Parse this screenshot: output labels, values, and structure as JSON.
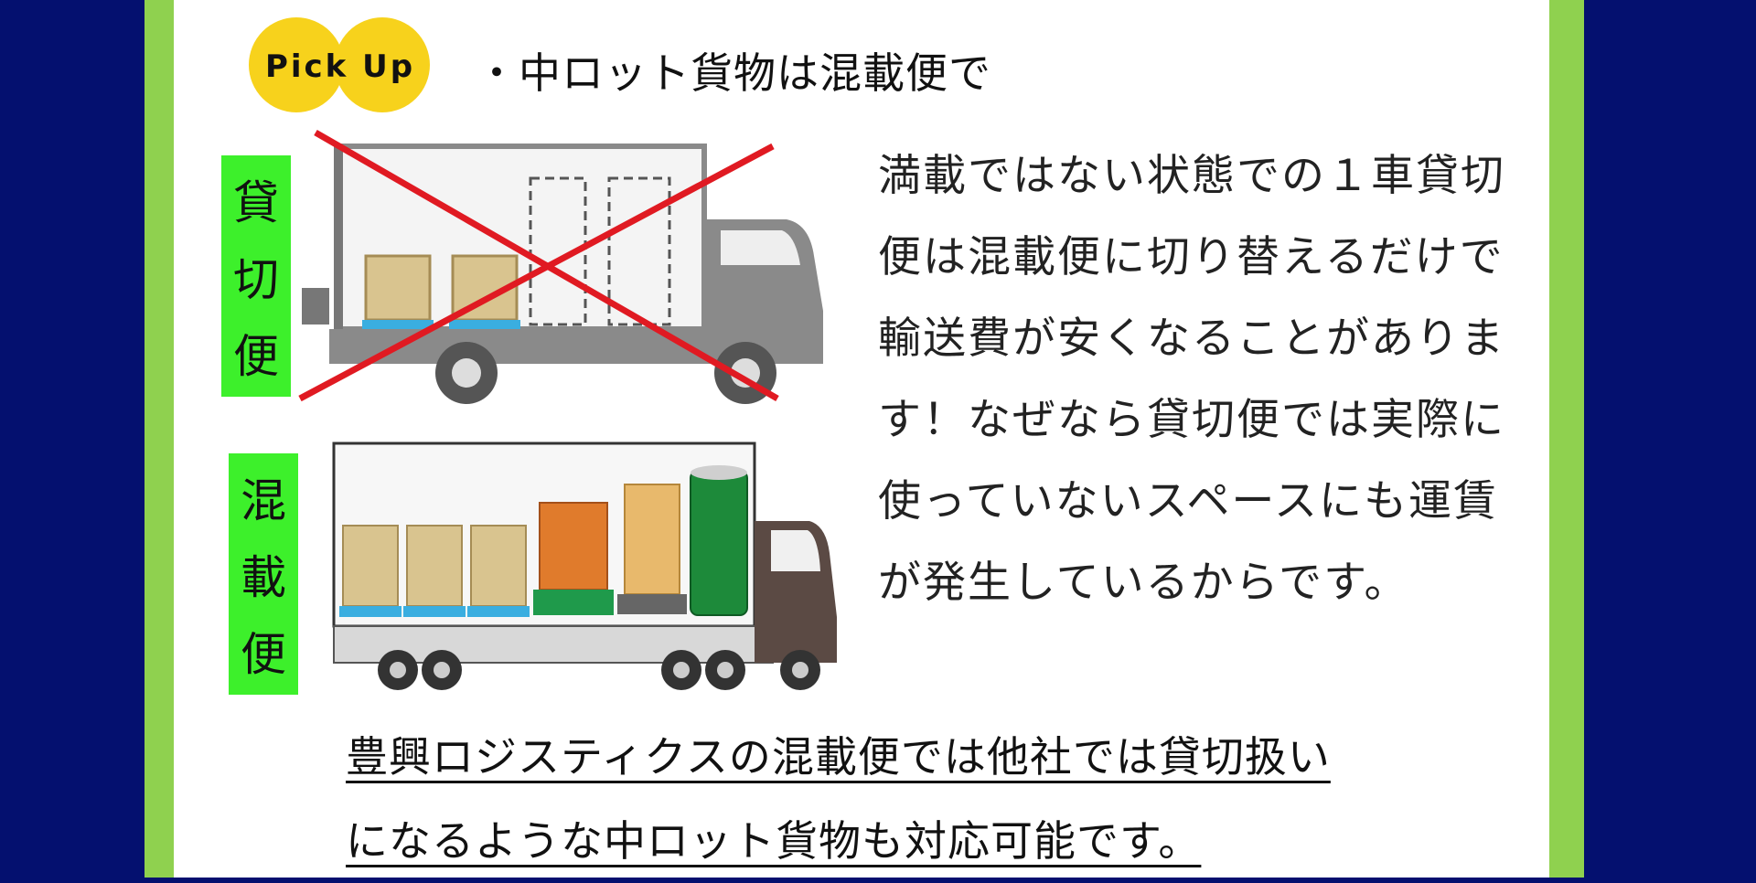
{
  "badge": {
    "text": "Pick Up",
    "color": "#f7d21c"
  },
  "headline": "・中ロット貨物は混載便で",
  "labels": {
    "kashikiri": [
      "貸",
      "切",
      "便"
    ],
    "konsai": [
      "混",
      "載",
      "便"
    ],
    "color": "#3df02b"
  },
  "description": [
    "満載ではない状態での１車貸切",
    "便は混載便に切り替えるだけで",
    "輸送費が安くなることがありま",
    "す！なぜなら貸切便では実際に",
    "使っていないスペースにも運賃",
    "が発生しているからです。"
  ],
  "footer": [
    "豊興ロジスティクスの混載便では他社では貸切扱い",
    "になるような中ロット貨物も対応可能です。"
  ],
  "colors": {
    "background": "#04106f",
    "frame": "#8fd14f",
    "cross": "#e01a22"
  }
}
